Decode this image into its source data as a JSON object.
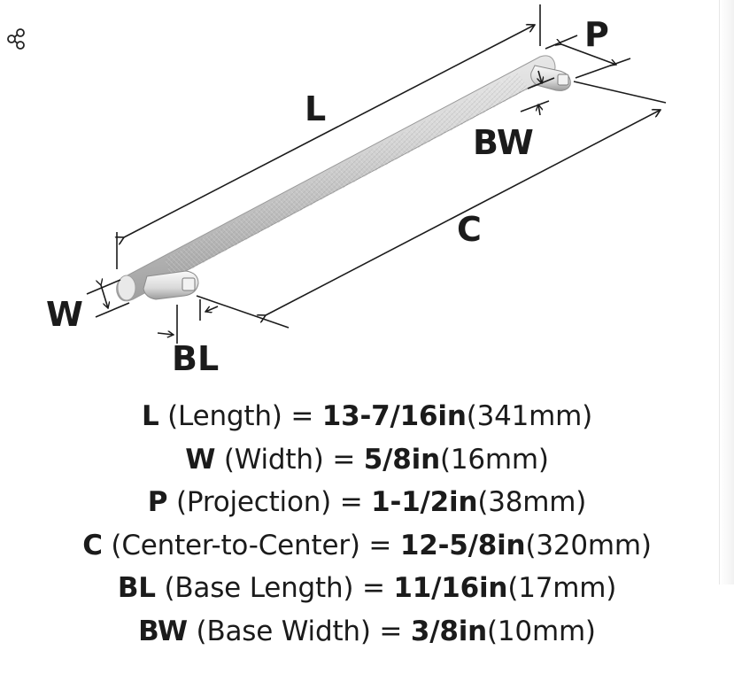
{
  "share": {
    "icon": "share-icon"
  },
  "diagram": {
    "labels": {
      "L": "L",
      "P": "P",
      "BW": "BW",
      "C": "C",
      "W": "W",
      "BL": "BL"
    }
  },
  "specs": [
    {
      "sym": "L",
      "desc": " (Length) = ",
      "val": "13-7/16in",
      "metric": "(341mm)"
    },
    {
      "sym": "W",
      "desc": " (Width) = ",
      "val": "5/8in",
      "metric": "(16mm)"
    },
    {
      "sym": "P",
      "desc": " (Projection) = ",
      "val": "1-1/2in",
      "metric": "(38mm)"
    },
    {
      "sym": "C",
      "desc": " (Center-to-Center) = ",
      "val": "12-5/8in",
      "metric": "(320mm)"
    },
    {
      "sym": "BL",
      "desc": " (Base Length) = ",
      "val": "11/16in",
      "metric": "(17mm)"
    },
    {
      "sym": "BW",
      "desc": " (Base Width) = ",
      "val": "3/8in",
      "metric": "(10mm)"
    }
  ],
  "colors": {
    "line": "#1b1b1b",
    "metal_light": "#f4f4f4",
    "metal_mid": "#cfcfcf",
    "metal_dark": "#8e8e8e"
  }
}
